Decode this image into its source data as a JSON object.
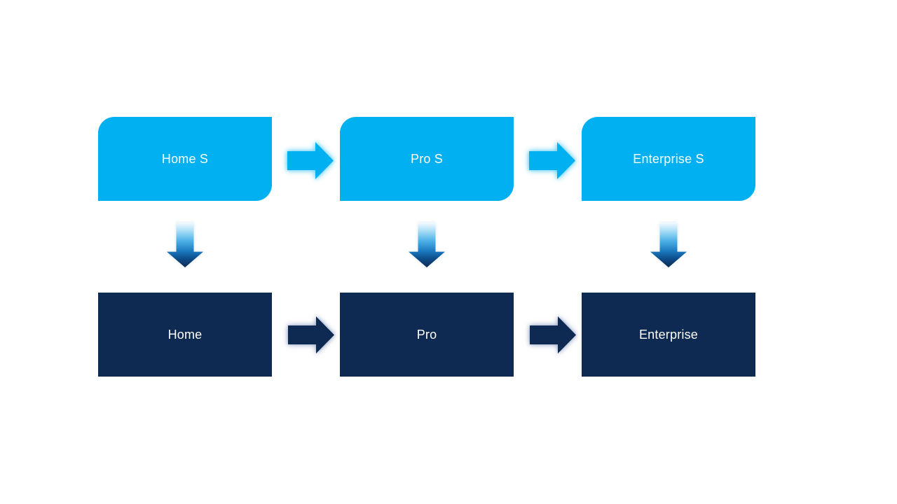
{
  "colors": {
    "background": "#FFFFFF",
    "light_blue": "#00B0F0",
    "dark_navy": "#0E2A52",
    "text": "#FFFFFF"
  },
  "flow": {
    "columns": [
      {
        "top_label": "Home S",
        "bottom_label": "Home"
      },
      {
        "top_label": "Pro S",
        "bottom_label": "Pro"
      },
      {
        "top_label": "Enterprise S",
        "bottom_label": "Enterprise"
      }
    ]
  }
}
